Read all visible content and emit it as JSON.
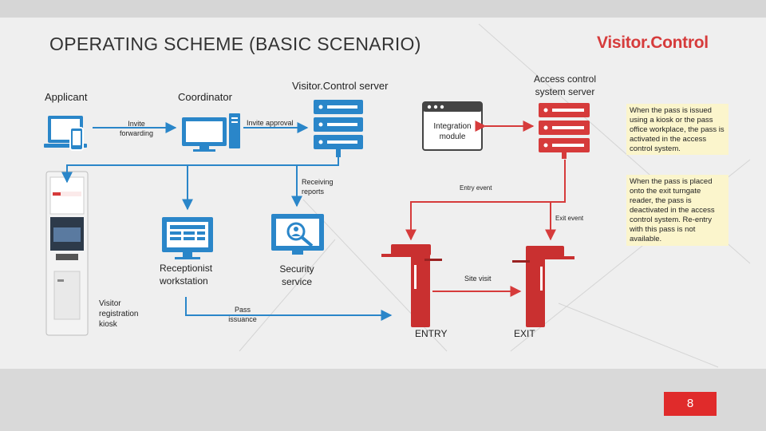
{
  "header": {
    "title": "OPERATING SCHEME (BASIC SCENARIO)",
    "brand": "Visitor.Control"
  },
  "nodes": {
    "applicant": "Applicant",
    "coordinator": "Coordinator",
    "server": "Visitor.Control server",
    "acs_server": "Access control system server",
    "integration": "Integration module",
    "receptionist": "Receptionist workstation",
    "security": "Security service",
    "kiosk": "Visitor registration kiosk",
    "entry": "ENTRY",
    "exit": "EXIT"
  },
  "edges": {
    "invite_forwarding": "Invite forwarding",
    "invite_approval": "Invite approval",
    "receiving_reports": "Receiving reports",
    "entry_event": "Entry event",
    "exit_event": "Exit event",
    "site_visit": "Site visit",
    "pass_issuance": "Pass issuance"
  },
  "notes": {
    "issued": "When the pass is issued using a kiosk or the pass office workplace, the pass is activated in the access control system.",
    "placed": "When the pass is placed onto the exit turngate reader, the pass is deactivated in the access control system. Re-entry with this pass is not available."
  },
  "footer": {
    "page": "8"
  },
  "colors": {
    "accent": "#d63b3b",
    "blue": "#2a86c9",
    "dark": "#333333"
  }
}
